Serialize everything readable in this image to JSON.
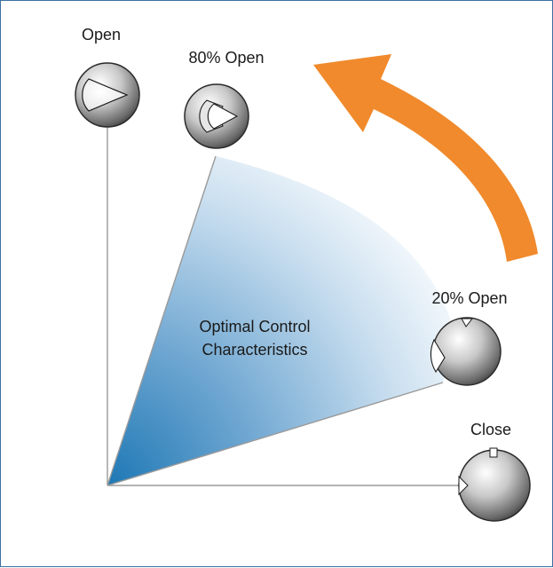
{
  "labels": {
    "open": "Open",
    "open_80": "80% Open",
    "open_20": "20% Open",
    "close": "Close",
    "region_line1": "Optimal Control",
    "region_line2": "Characteristics"
  },
  "icons": {
    "rotation_arrow": "curved-arrow-icon",
    "valve_ball": "ball-valve-icon"
  },
  "colors": {
    "frame_border": "#3d6fa0",
    "arrow": "#f08a2c",
    "region_gradient_dark": "#1d78b5",
    "axis": "#9a9a9a"
  }
}
